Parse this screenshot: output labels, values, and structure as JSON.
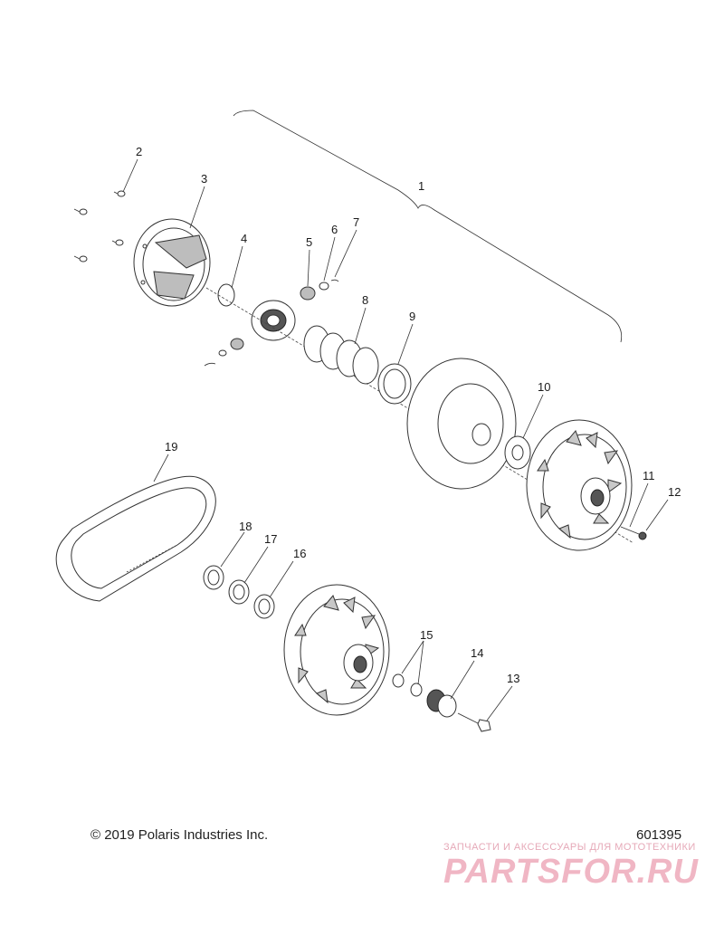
{
  "callouts": [
    "1",
    "2",
    "3",
    "4",
    "5",
    "6",
    "7",
    "8",
    "9",
    "10",
    "11",
    "12",
    "13",
    "14",
    "15",
    "16",
    "17",
    "18",
    "19"
  ],
  "footer": {
    "copyright": "© 2019 Polaris Industries Inc.",
    "drawing_number": "601395"
  },
  "watermark": {
    "tagline": "ЗАПЧАСТИ И АКСЕССУАРЫ ДЛЯ МОТОТЕХНИКИ",
    "logo": "PARTSFOR.RU"
  },
  "colors": {
    "line": "#333333",
    "watermark": "#f0b6c4"
  }
}
